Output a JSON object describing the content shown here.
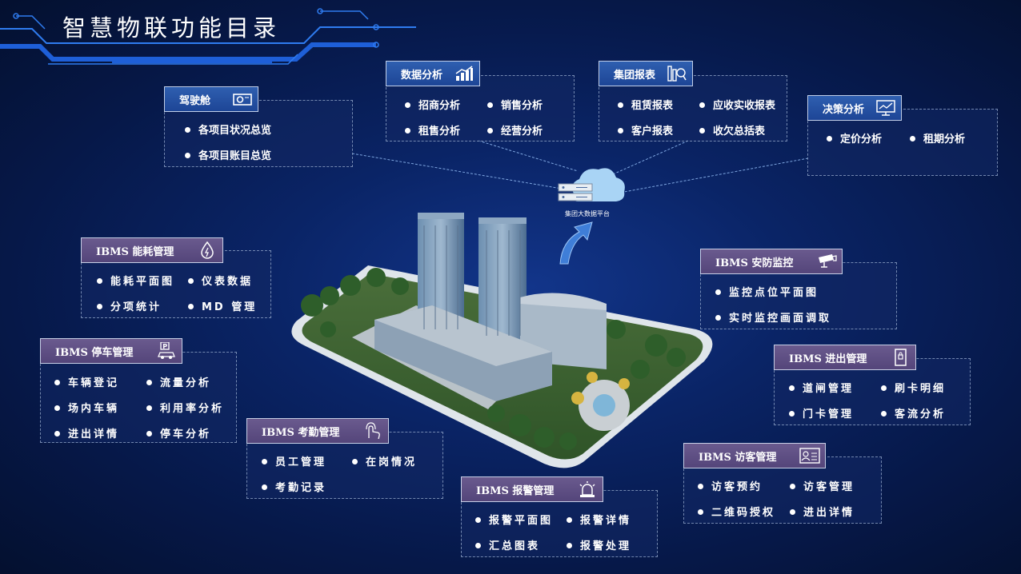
{
  "page": {
    "title": "智慧物联功能目录"
  },
  "platform": {
    "label": "集团大数据平台"
  },
  "cards": {
    "cockpit": {
      "title": "驾驶舱",
      "items": [
        "各项目状况总览",
        "各项目账目总览"
      ]
    },
    "data_analysis": {
      "title": "数据分析",
      "items": [
        "招商分析",
        "销售分析",
        "租售分析",
        "经营分析"
      ]
    },
    "group_report": {
      "title": "集团报表",
      "items": [
        "租赁报表",
        "应收实收报表",
        "客户报表",
        "收欠总括表"
      ]
    },
    "decision": {
      "title": "决策分析",
      "items": [
        "定价分析",
        "租期分析"
      ]
    },
    "energy": {
      "title": "IBMS  能耗管理",
      "items": [
        "能耗平面图",
        "仪表数据",
        "分项统计",
        "MD 管理"
      ]
    },
    "parking": {
      "title": "IBMS  停车管理",
      "items": [
        "车辆登记",
        "流量分析",
        "场内车辆",
        "利用率分析",
        "进出详情",
        "停车分析"
      ]
    },
    "attendance": {
      "title": "IBMS  考勤管理",
      "items": [
        "员工管理",
        "在岗情况",
        "考勤记录"
      ]
    },
    "alarm": {
      "title": "IBMS  报警管理",
      "items": [
        "报警平面图",
        "报警详情",
        "汇总图表",
        "报警处理"
      ]
    },
    "security": {
      "title": "IBMS  安防监控",
      "items": [
        "监控点位平面图",
        "实时监控画面调取"
      ]
    },
    "access": {
      "title": "IBMS  进出管理",
      "items": [
        "道闸管理",
        "刷卡明细",
        "门卡管理",
        "客流分析"
      ]
    },
    "visitor": {
      "title": "IBMS  访客管理",
      "items": [
        "访客预约",
        "访客管理",
        "二维码授权",
        "进出详情"
      ]
    }
  },
  "icons": {
    "cockpit": "projector-icon",
    "data_analysis": "bar-chart-icon",
    "group_report": "report-icon",
    "decision": "monitor-chart-icon",
    "energy": "energy-drop-icon",
    "parking": "parking-car-icon",
    "attendance": "fingerprint-touch-icon",
    "alarm": "alarm-siren-icon",
    "security": "cctv-camera-icon",
    "access": "door-access-icon",
    "visitor": "id-card-icon",
    "platform": "cloud-server-icon"
  },
  "colors": {
    "background": "#0a2466",
    "tag_blue": "#2a58a8",
    "tag_purple": "#5f4f86",
    "accent_line": "#2f7cf0"
  }
}
